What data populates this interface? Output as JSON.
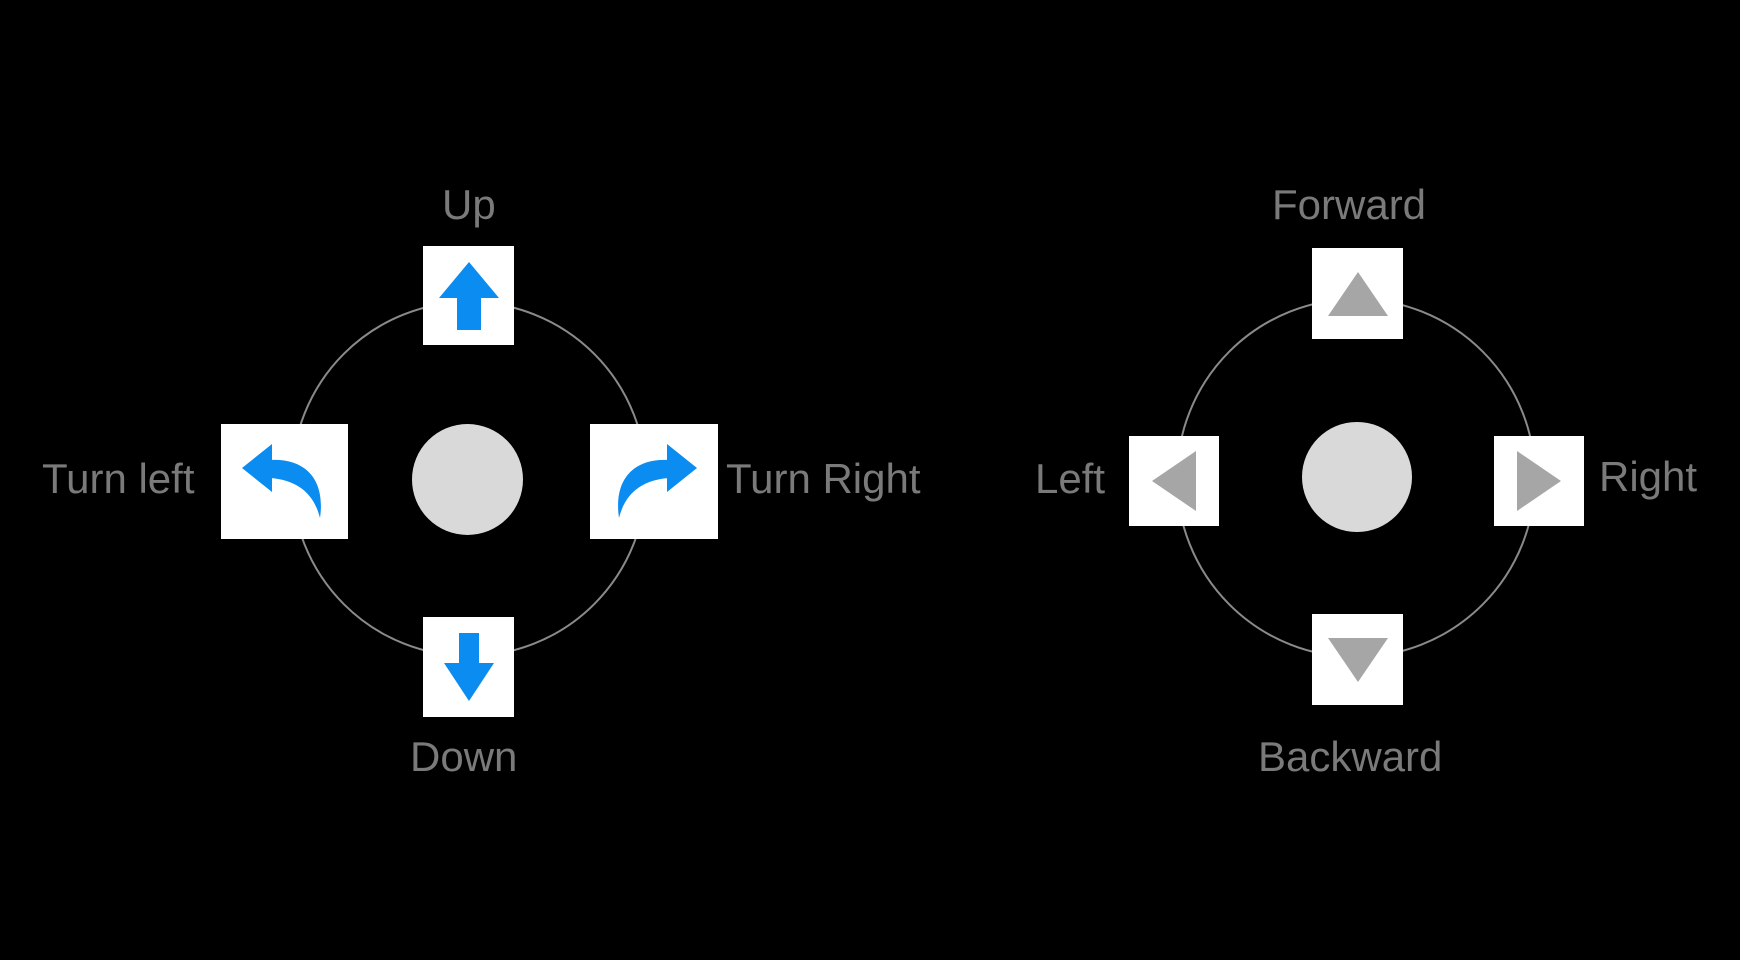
{
  "colors": {
    "background": "#000000",
    "ring": "#8a8a8a",
    "center_knob": "#d9d9d9",
    "button_bg": "#ffffff",
    "accent_blue": "#0a8cf0",
    "triangle_gray": "#a6a6a6",
    "label_gray": "#7a7a7a"
  },
  "left_pad": {
    "up_label": "Up",
    "down_label": "Down",
    "turn_left_label": "Turn left",
    "turn_right_label": "Turn Right",
    "icons": {
      "up": "arrow-up-icon",
      "down": "arrow-down-icon",
      "turn_left": "turn-left-arrow-icon",
      "turn_right": "turn-right-arrow-icon"
    }
  },
  "right_pad": {
    "forward_label": "Forward",
    "backward_label": "Backward",
    "left_label": "Left",
    "right_label": "Right",
    "icons": {
      "forward": "triangle-up-icon",
      "backward": "triangle-down-icon",
      "left": "triangle-left-icon",
      "right": "triangle-right-icon"
    }
  }
}
